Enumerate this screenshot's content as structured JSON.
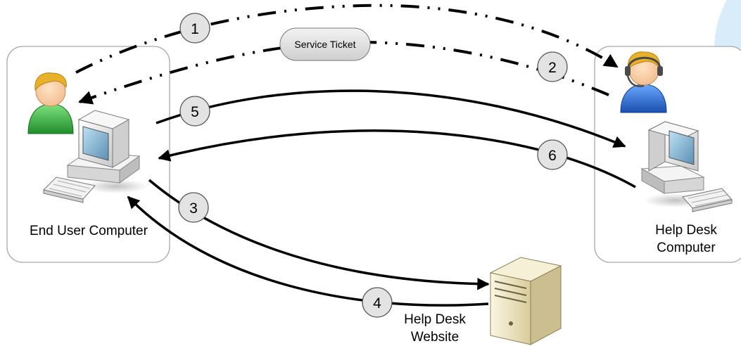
{
  "nodes": {
    "end_user_computer": {
      "label": "End User Computer"
    },
    "help_desk_computer": {
      "line1": "Help Desk",
      "line2": "Computer"
    },
    "help_desk_website": {
      "line1": "Help Desk",
      "line2": "Website"
    }
  },
  "service_ticket": {
    "label": "Service Ticket"
  },
  "steps": [
    "1",
    "2",
    "3",
    "4",
    "5",
    "6"
  ],
  "colors": {
    "accent_blob": "#d9ecf9",
    "enduser_shirt": "#34b03a",
    "agent_shirt": "#2e6fd8",
    "hair": "#e8b12a",
    "headset": "#4a4a4a",
    "computer_body": "#e6e6e6",
    "server_body": "#e9dfb8"
  }
}
